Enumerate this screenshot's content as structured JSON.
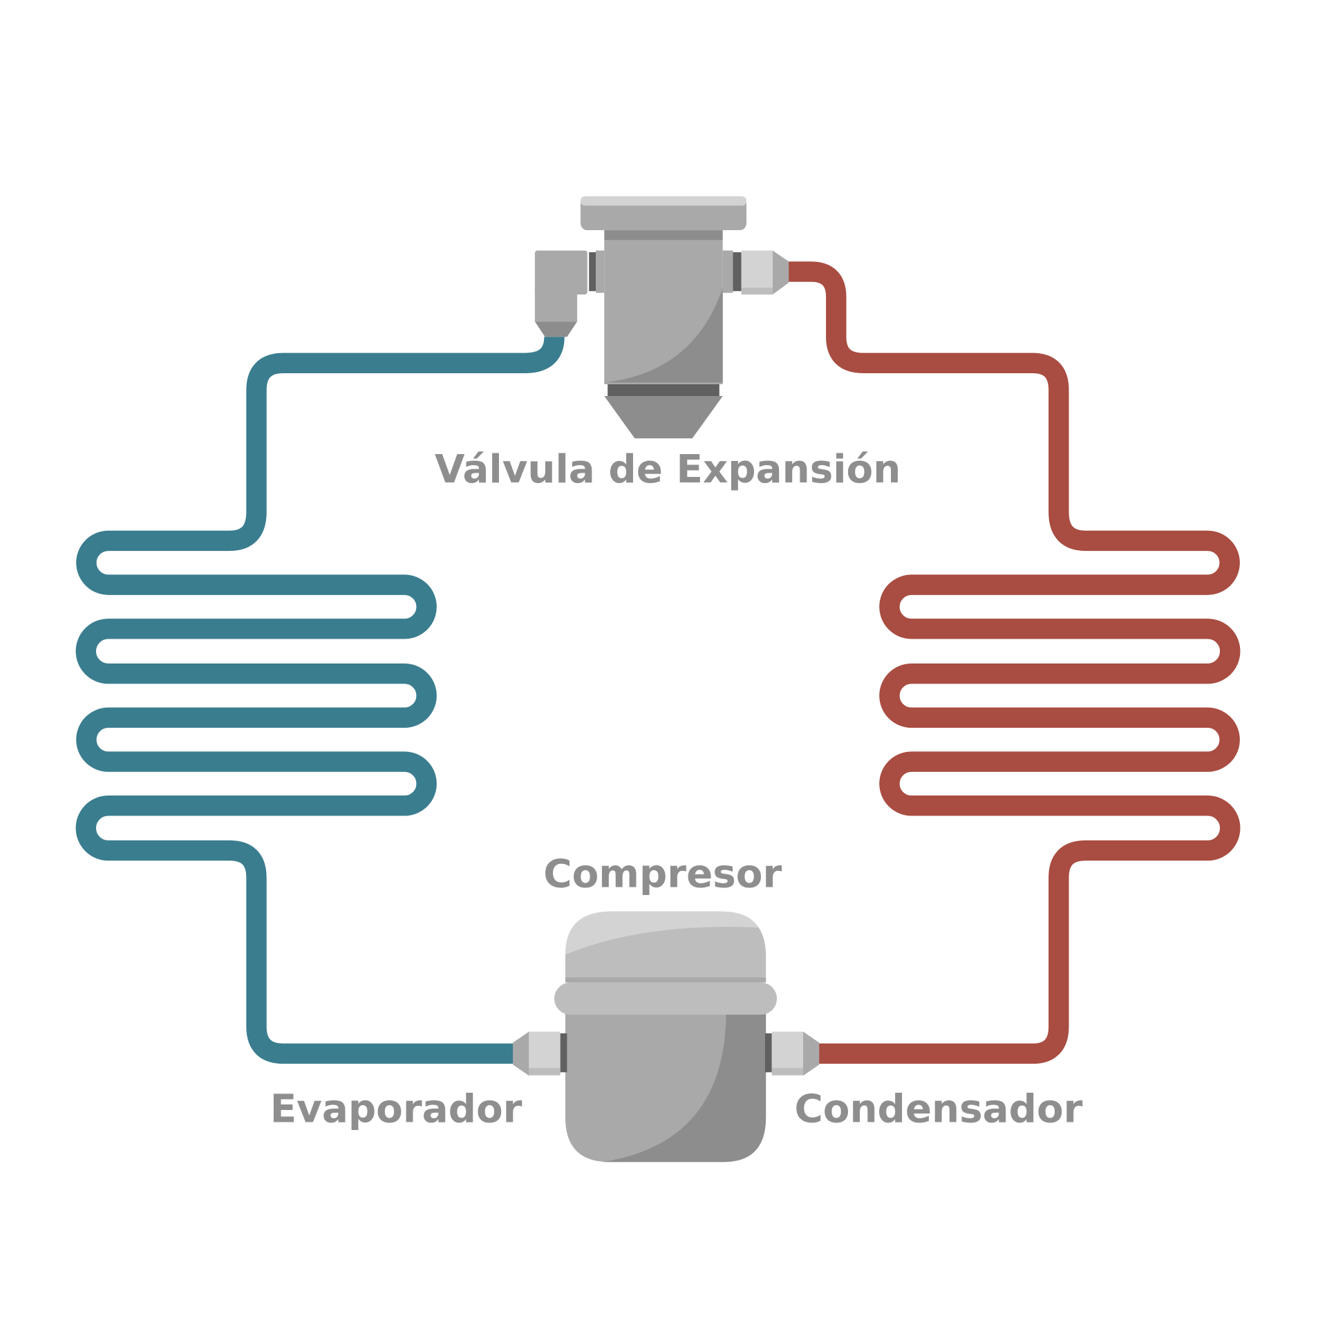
{
  "labels": {
    "valve": "Válvula de Expansión",
    "compressor": "Compresor",
    "evaporator": "Evaporador",
    "condenser": "Condensador"
  },
  "colors": {
    "cold_pipe": "#3a7d8f",
    "hot_pipe": "#a94c41",
    "metal_light": "#d3d3d3",
    "metal_mid": "#aaa9aa",
    "metal_dark": "#8e8d8e",
    "metal_band": "#606060",
    "label": "#8e8e8e"
  }
}
